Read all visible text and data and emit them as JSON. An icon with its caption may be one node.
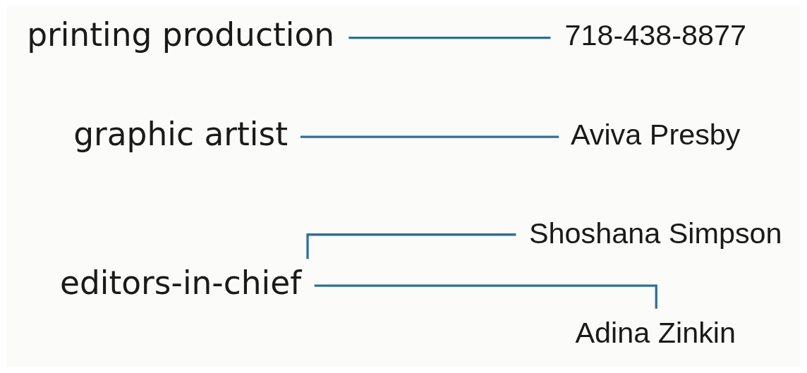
{
  "diagram": {
    "nodes": [
      {
        "text": [
          "editors-in-chief"
        ]
      },
      {
        "text": [
          "Shoshana Simpson"
        ]
      },
      {
        "text": [
          "Adina Zinkin"
        ]
      },
      {
        "text": [
          "graphic artist"
        ]
      },
      {
        "text": [
          "printing production"
        ]
      },
      {
        "text": [
          "718-438-8877"
        ]
      },
      {
        "text": [
          "Aviva Presby"
        ]
      }
    ],
    "edges": [
      {
        "from": 0,
        "to": 1,
        "arrow": "none"
      },
      {
        "from": 0,
        "to": 2,
        "arrow": "none"
      },
      {
        "from": 3,
        "to": 6,
        "arrow": "none"
      },
      {
        "from": 4,
        "to": 5,
        "arrow": "none"
      }
    ]
  }
}
